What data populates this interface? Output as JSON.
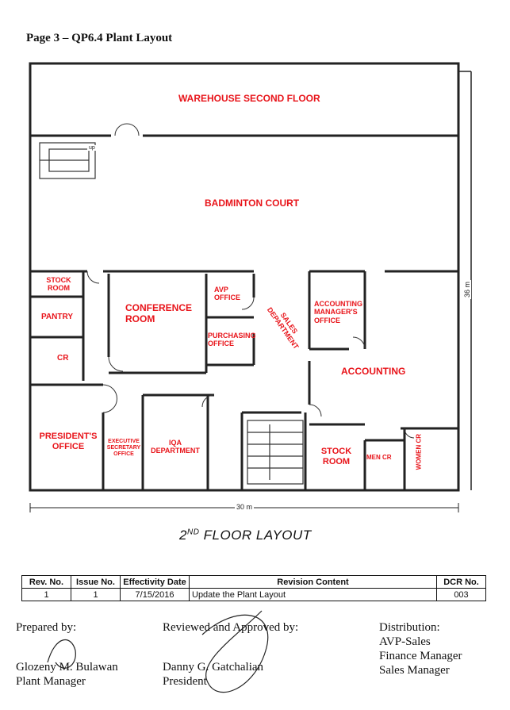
{
  "header": {
    "page_title": "Page 3 – QP6.4 Plant Layout"
  },
  "plan": {
    "rooms": {
      "warehouse": "WAREHOUSE SECOND FLOOR",
      "badminton": "BADMINTON COURT",
      "stock_room_top": "STOCK ROOM",
      "pantry": "PANTRY",
      "cr": "CR",
      "conference": "CONFERENCE ROOM",
      "avp": "AVP OFFICE",
      "purchasing": "PURCHASING OFFICE",
      "sales": "SALES DEPARTMENT",
      "acct_mgr": "ACCOUNTING MANAGER'S OFFICE",
      "accounting": "ACCOUNTING",
      "president": "PRESIDENT'S OFFICE",
      "exec_sec": "EXECUTIVE SECRETARY OFFICE",
      "iqa": "IQA DEPARTMENT",
      "stock_room_bottom": "STOCK ROOM",
      "men_cr": "MEN CR",
      "women_cr": "WOMEN CR"
    },
    "stair_up": "up",
    "dim_width": "30 m",
    "dim_height": "36 m",
    "floor_title_main": "2",
    "floor_title_sup": "ND",
    "floor_title_rest": " FLOOR LAYOUT"
  },
  "revision_table": {
    "headers": [
      "Rev. No.",
      "Issue No.",
      "Effectivity Date",
      "Revision Content",
      "DCR No."
    ],
    "row": [
      "1",
      "1",
      "7/15/2016",
      "Update the Plant Layout",
      "003"
    ]
  },
  "prepared": {
    "label": "Prepared by:",
    "name": "Glozeny M. Bulawan",
    "title": "Plant Manager"
  },
  "reviewed": {
    "label": "Reviewed and Approved by:",
    "name": "Danny G. Gatchalian",
    "title": "President"
  },
  "distribution": {
    "label": "Distribution:",
    "items": [
      "AVP-Sales",
      "Finance Manager",
      "Sales Manager"
    ]
  }
}
